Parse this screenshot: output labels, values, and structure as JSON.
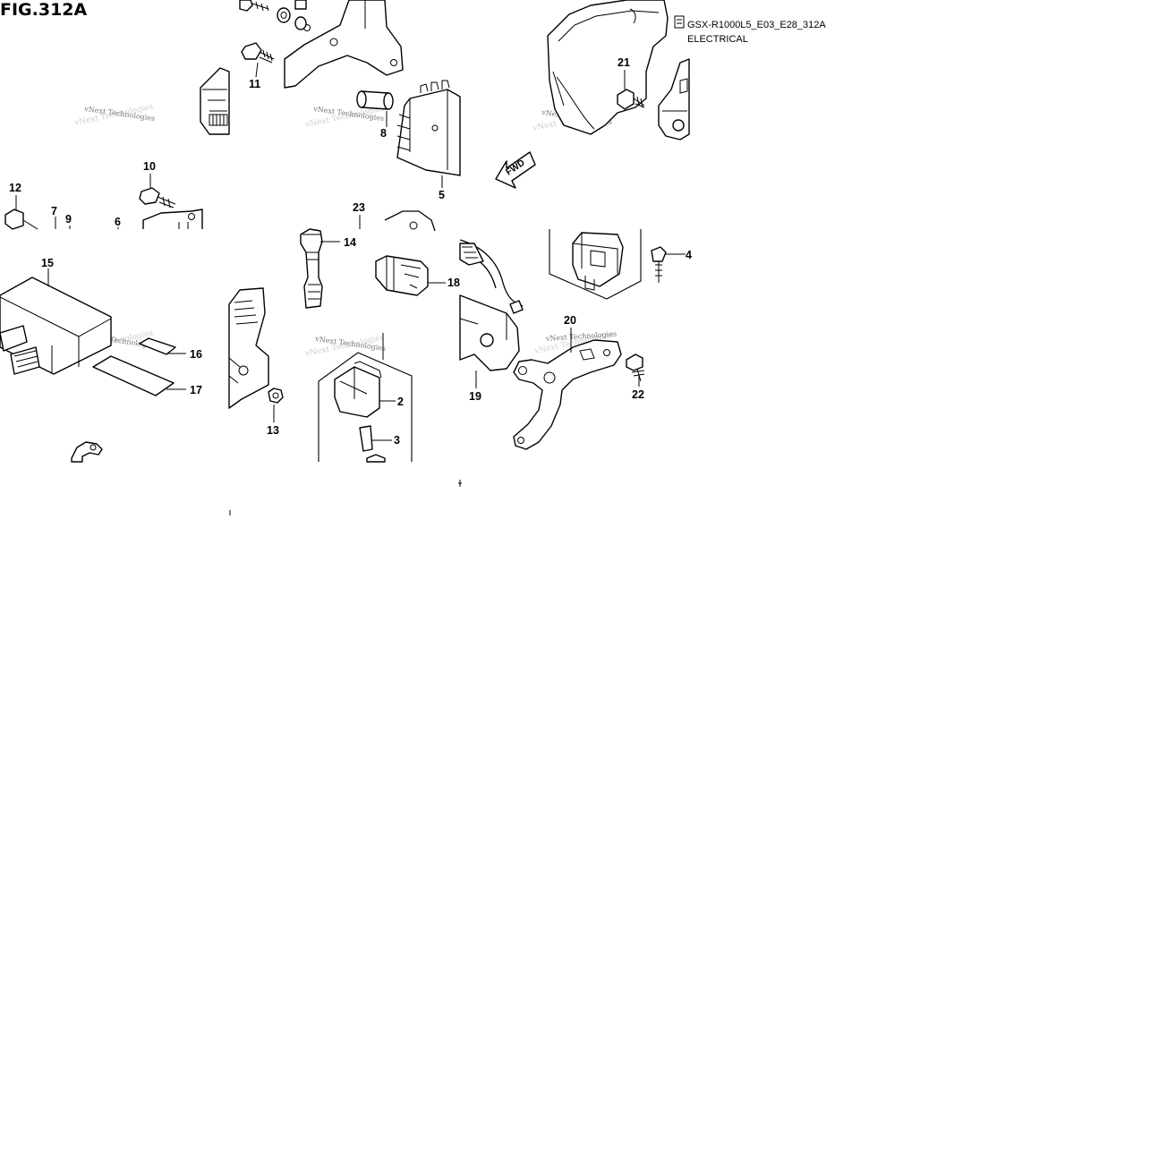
{
  "figure": {
    "title": "FIG.312A",
    "model_code": "GSX-R1000L5_E03_E28_312A",
    "section": "ELECTRICAL",
    "forward_label": "FWD",
    "watermark": "vNext Technologies"
  },
  "callouts": [
    {
      "label": "2"
    },
    {
      "label": "3"
    },
    {
      "label": "4"
    },
    {
      "label": "5"
    },
    {
      "label": "6"
    },
    {
      "label": "7"
    },
    {
      "label": "8"
    },
    {
      "label": "9"
    },
    {
      "label": "10"
    },
    {
      "label": "11"
    },
    {
      "label": "12"
    },
    {
      "label": "13"
    },
    {
      "label": "14"
    },
    {
      "label": "15"
    },
    {
      "label": "16"
    },
    {
      "label": "17"
    },
    {
      "label": "18"
    },
    {
      "label": "19"
    },
    {
      "label": "20"
    },
    {
      "label": "21"
    },
    {
      "label": "22"
    },
    {
      "label": "23"
    }
  ],
  "colors": {
    "ink": "#000000",
    "paper": "#ffffff",
    "watermark": "#777777"
  }
}
